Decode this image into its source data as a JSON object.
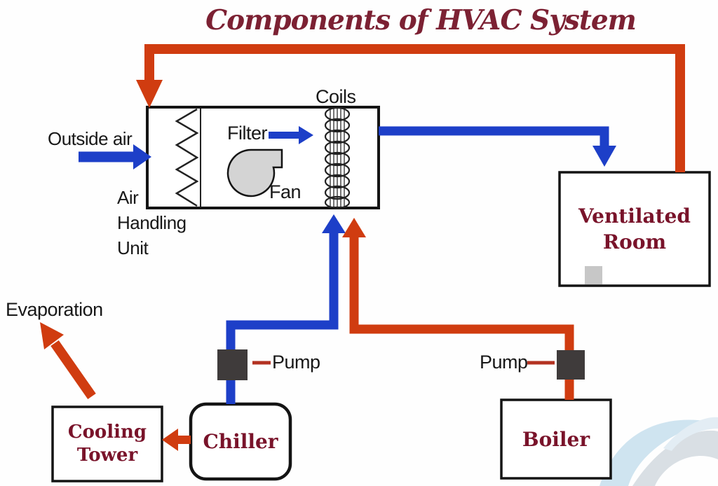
{
  "title": "Components of HVAC System",
  "colors": {
    "title_text": "#7c2133",
    "node_label_text": "#79132a",
    "diagram_label_text": "#181818",
    "hot_pipe_red": "#d03c10",
    "cold_pipe_blue": "#1d3fc8",
    "pump_leader_red": "#b33221",
    "pump_fill": "#3f3b3b",
    "fan_fill": "#d4d4d4",
    "grille_fill": "#c7c7c7",
    "watermark_blue": "#cfe4f0"
  },
  "labels": {
    "outside_air": "Outside air",
    "air_handling_unit": {
      "line1": "Air",
      "line2": "Handling",
      "line3": "Unit"
    },
    "filter": "Filter",
    "fan": "Fan",
    "coils": "Coils",
    "evaporation": "Evaporation",
    "pump_left": "Pump",
    "pump_right": "Pump"
  },
  "nodes": {
    "ventilated_room": {
      "line1": "Ventilated",
      "line2": "Room"
    },
    "cooling_tower": {
      "line1": "Cooling",
      "line2": "Tower"
    },
    "chiller": "Chiller",
    "boiler": "Boiler"
  }
}
